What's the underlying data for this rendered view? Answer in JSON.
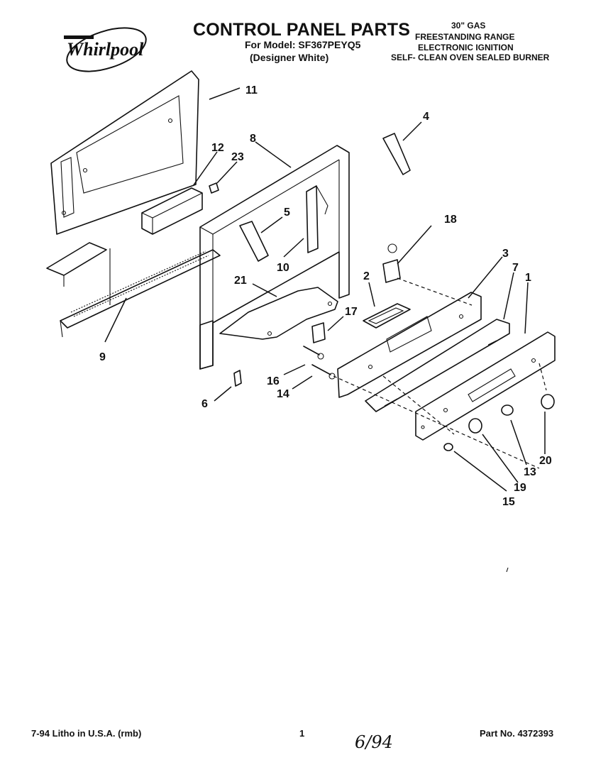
{
  "brand": {
    "logo_text": "Whirlpool"
  },
  "header": {
    "title": "CONTROL PANEL PARTS",
    "model_line": "For Model: SF367PEYQ5",
    "variant_line": "(Designer White)"
  },
  "spec": [
    "30\" GAS",
    "FREESTANDING RANGE",
    "ELECTRONIC IGNITION",
    "SELF- CLEAN OVEN SEALED BURNER"
  ],
  "callouts": [
    "1",
    "2",
    "3",
    "4",
    "5",
    "6",
    "7",
    "8",
    "9",
    "10",
    "11",
    "12",
    "13",
    "14",
    "15",
    "16",
    "17",
    "18",
    "19",
    "20",
    "21",
    "23"
  ],
  "footer": {
    "left": "7-94 Litho in U.S.A. (rmb)",
    "page": "1",
    "handwritten": "6/94",
    "part_no": "Part No. 4372393"
  }
}
